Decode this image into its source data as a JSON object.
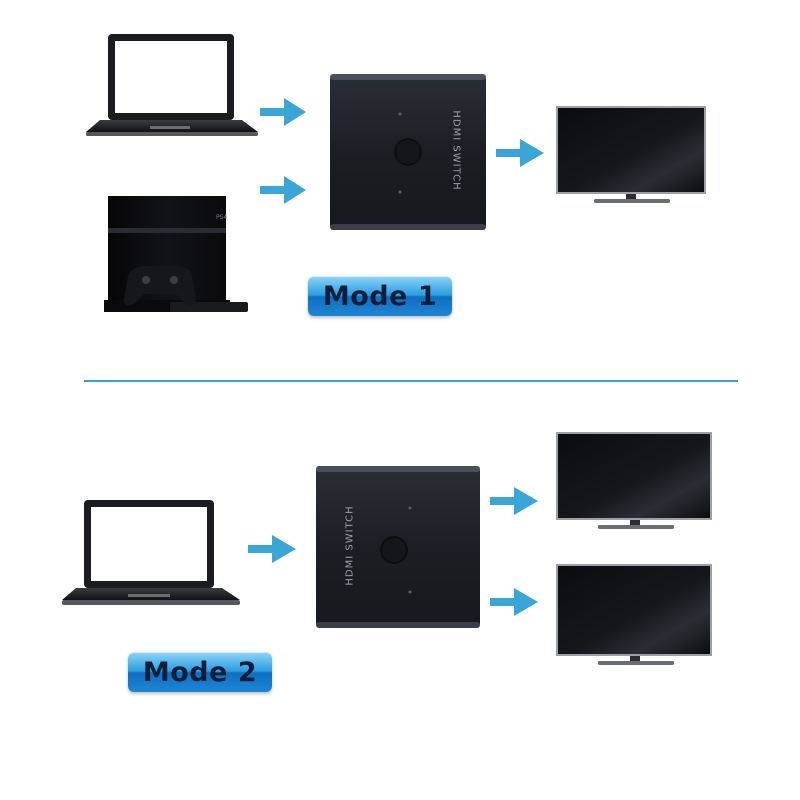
{
  "mode1": {
    "label": "Mode 1",
    "switch_label": "HDMI SWITCH",
    "inputs": [
      "laptop",
      "game-console"
    ],
    "outputs": [
      "tv"
    ]
  },
  "mode2": {
    "label": "Mode 2",
    "switch_label": "HDMI SWITCH",
    "inputs": [
      "laptop"
    ],
    "outputs": [
      "tv",
      "tv"
    ]
  },
  "colors": {
    "arrow": "#3aa6d8",
    "divider": "#3a9ed8",
    "badge": "#1c86d4",
    "device": "#1a1d22"
  }
}
